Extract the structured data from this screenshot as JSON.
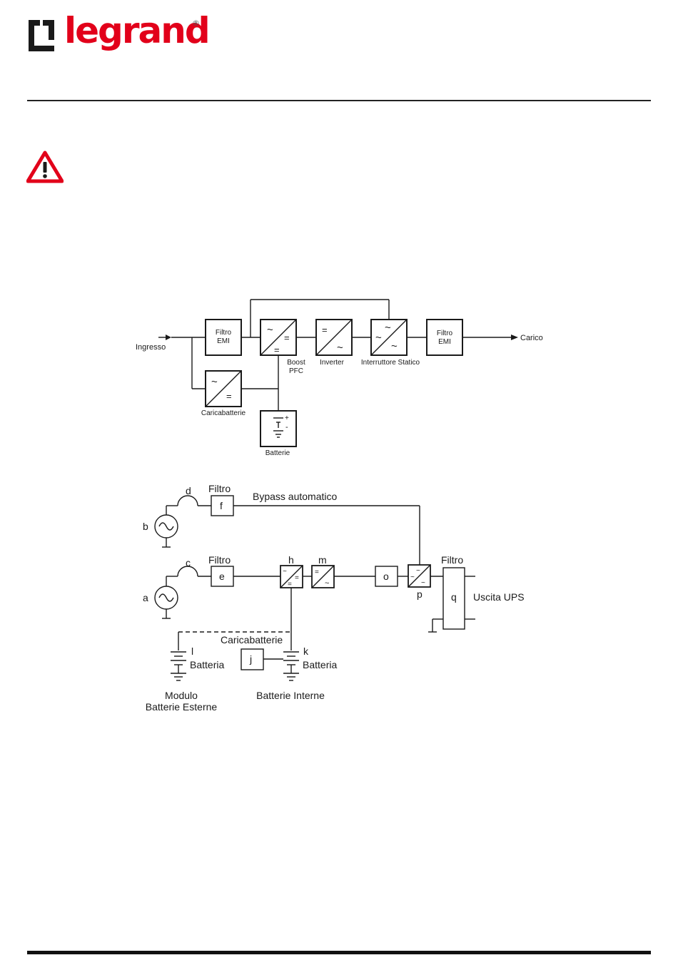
{
  "logo": {
    "text": "legrand",
    "reg": "®"
  },
  "warning_icon": "warning-triangle-icon",
  "colors": {
    "brand": "#e2001a",
    "line": "#1a1a1a"
  },
  "block_diagram": {
    "input": "Ingresso",
    "output": "Carico",
    "emi_filter_line1": "Filtro",
    "emi_filter_line2": "EMI",
    "boost_line1": "Boost",
    "boost_line2": "PFC",
    "inverter": "Inverter",
    "static_switch": "Interruttore Statico",
    "charger": "Caricabatterie",
    "batteries": "Batterie",
    "plus": "+",
    "minus": "-",
    "ac_symbol": "~",
    "dc_symbol": "="
  },
  "schematic": {
    "a": "a",
    "b": "b",
    "c": "c",
    "d": "d",
    "e": "e",
    "f": "f",
    "h": "h",
    "j": "j",
    "k": "k",
    "l": "l",
    "m": "m",
    "o": "o",
    "p": "p",
    "q": "q",
    "filter": "Filtro",
    "bypass": "Bypass automatico",
    "ups_output": "Uscita UPS",
    "charger": "Caricabatterie",
    "battery": "Batteria",
    "external_line1": "Modulo",
    "external_line2": "Batterie Esterne",
    "internal": "Batterie Interne"
  }
}
